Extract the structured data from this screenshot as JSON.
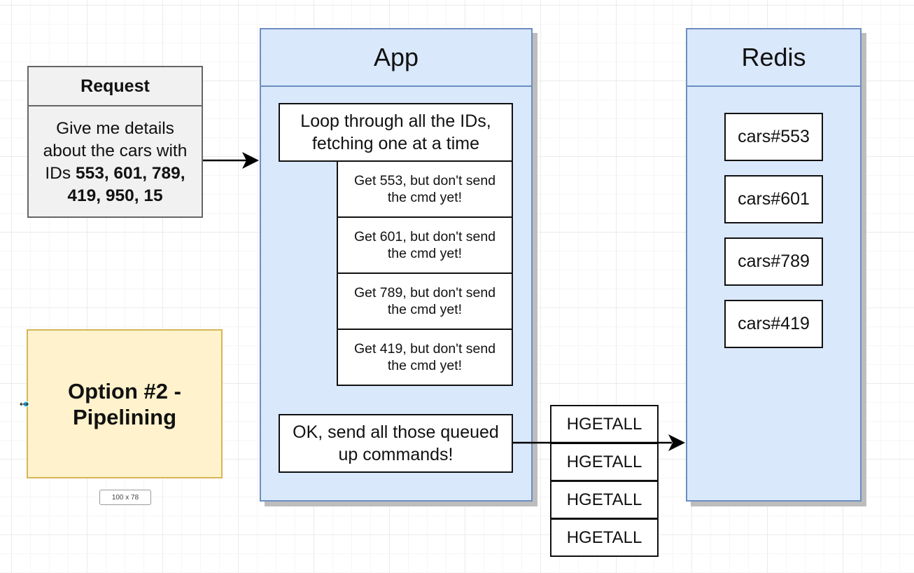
{
  "request": {
    "title": "Request",
    "line1": "Give me details",
    "line2": "about the cars with",
    "line3_prefix": "IDs ",
    "line3_ids": "553, 601, 789,",
    "line4_ids": "419, 950, 15"
  },
  "app": {
    "title": "App",
    "loop_line1": "Loop through all the IDs,",
    "loop_line2": "fetching one at a time",
    "steps": [
      {
        "line1": "Get 553, but don't send",
        "line2": "the cmd yet!"
      },
      {
        "line1": "Get 601, but don't send",
        "line2": "the cmd yet!"
      },
      {
        "line1": "Get 789, but don't send",
        "line2": "the cmd yet!"
      },
      {
        "line1": "Get 419, but don't send",
        "line2": "the cmd yet!"
      }
    ],
    "send_line1": "OK, send all those queued",
    "send_line2": "up commands!"
  },
  "redis": {
    "title": "Redis",
    "keys": [
      "cars#553",
      "cars#601",
      "cars#789",
      "cars#419"
    ]
  },
  "commands": [
    "HGETALL",
    "HGETALL",
    "HGETALL",
    "HGETALL"
  ],
  "option": {
    "line1": "Option #2 -",
    "line2": "Pipelining"
  },
  "size_badge": "100 x 78",
  "colors": {
    "lane_fill": "#dae8fc",
    "lane_stroke": "#6c8ebf",
    "request_fill": "#f1f1f1",
    "option_fill": "#fff2cc",
    "option_stroke": "#d6b656"
  }
}
